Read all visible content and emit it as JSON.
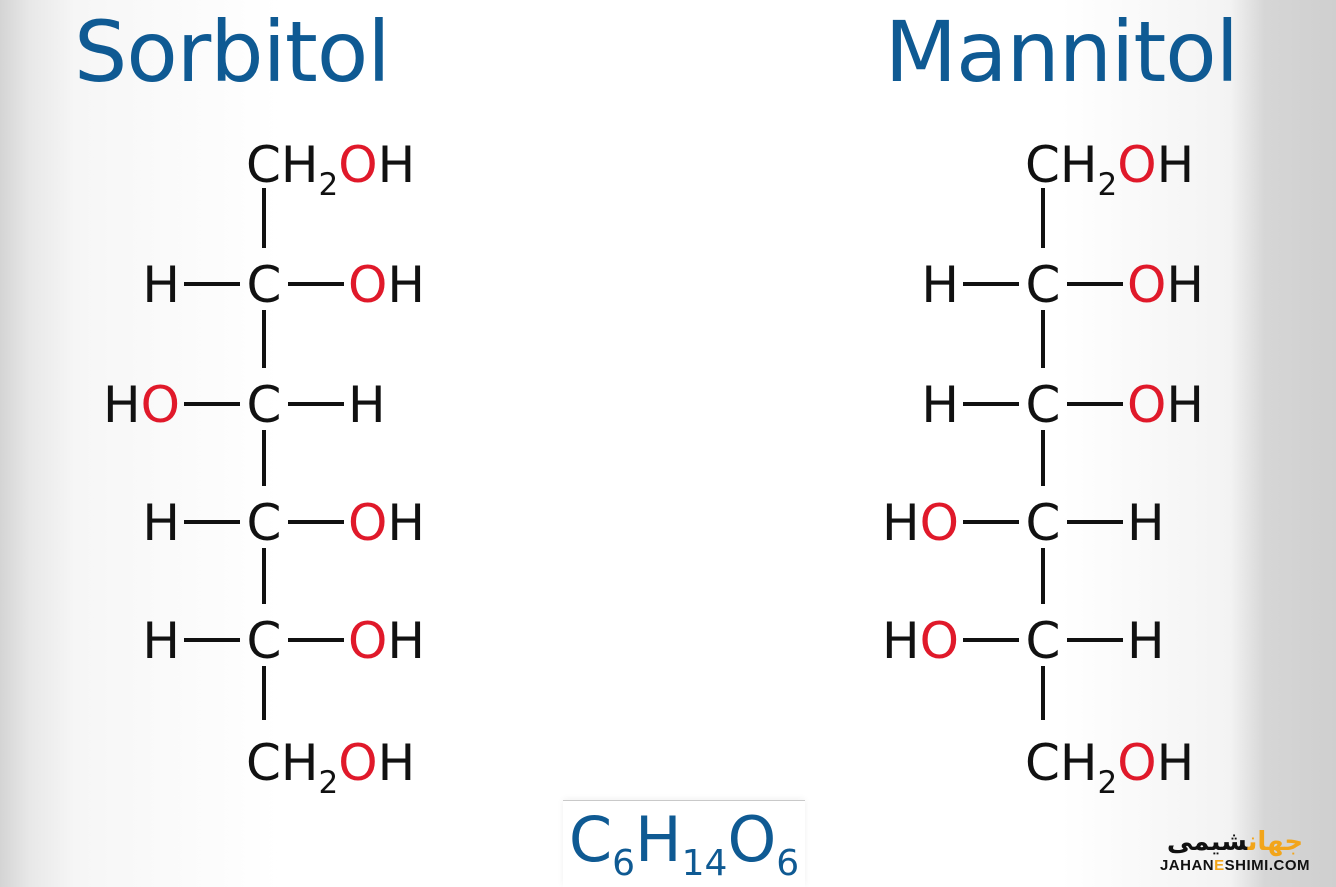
{
  "titles": {
    "left": "Sorbitol",
    "right": "Mannitol"
  },
  "atoms": {
    "ch2": "CH",
    "sub2": "2",
    "o": "O",
    "h": "H",
    "c": "C",
    "ho_h": "H",
    "ho_o": "O",
    "oh_o": "O",
    "oh_h": "H"
  },
  "sorbitol": {
    "rows": [
      {
        "left": "H",
        "right": "OH"
      },
      {
        "left": "HO",
        "right": "H"
      },
      {
        "left": "H",
        "right": "OH"
      },
      {
        "left": "H",
        "right": "OH"
      }
    ]
  },
  "mannitol": {
    "rows": [
      {
        "left": "H",
        "right": "OH"
      },
      {
        "left": "H",
        "right": "OH"
      },
      {
        "left": "HO",
        "right": "H"
      },
      {
        "left": "HO",
        "right": "H"
      }
    ]
  },
  "formula": {
    "c": "C",
    "c_n": "6",
    "h": "H",
    "h_n": "14",
    "o": "O",
    "o_n": "6"
  },
  "logo": {
    "fa_black": "شیمی",
    "fa_orange": "جهان",
    "en_a": "JAHAN",
    "en_e": "E",
    "en_b": "SHIMI.COM"
  },
  "colors": {
    "title": "#0f5a93",
    "oxygen": "#e0192a",
    "bond": "#111111",
    "logo_accent": "#f2a51a"
  }
}
